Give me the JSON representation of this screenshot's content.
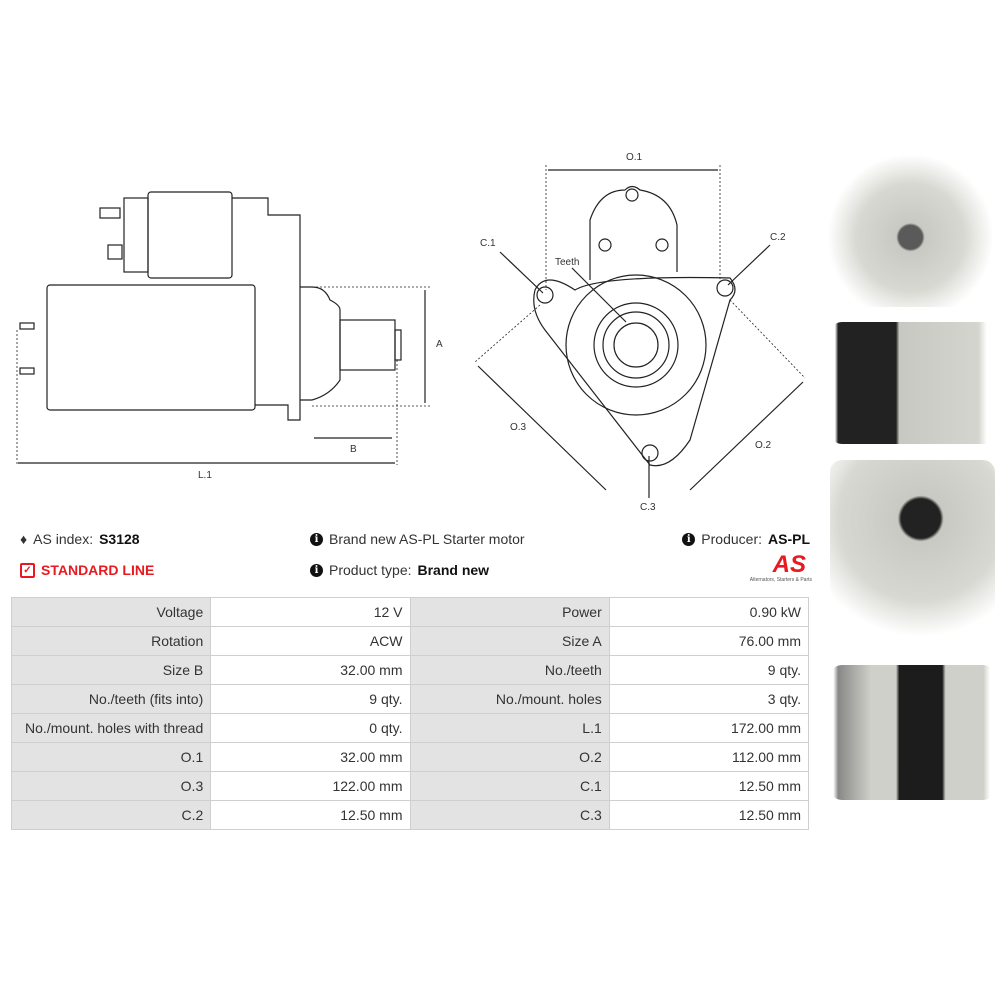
{
  "diagram_labels": {
    "o1": "O.1",
    "o2": "O.2",
    "o3": "O.3",
    "c1": "C.1",
    "c2": "C.2",
    "c3": "C.3",
    "teeth": "Teeth",
    "a": "A",
    "b": "B",
    "l1": "L.1"
  },
  "info": {
    "as_index_label": "AS index:",
    "as_index_value": "S3128",
    "standard_line": "STANDARD LINE",
    "description": "Brand new AS-PL Starter motor",
    "product_type_label": "Product type:",
    "product_type_value": "Brand new",
    "producer_label": "Producer:",
    "producer_value": "AS-PL",
    "logo_text": "AS",
    "logo_tagline": "Alternators, Starters & Parts",
    "accent": "#e8191f"
  },
  "specs": [
    [
      "Voltage",
      "12 V",
      "Power",
      "0.90 kW"
    ],
    [
      "Rotation",
      "ACW",
      "Size A",
      "76.00 mm"
    ],
    [
      "Size B",
      "32.00 mm",
      "No./teeth",
      "9 qty."
    ],
    [
      "No./teeth (fits into)",
      "9 qty.",
      "No./mount. holes",
      "3 qty."
    ],
    [
      "No./mount. holes with thread",
      "0 qty.",
      "L.1",
      "172.00 mm"
    ],
    [
      "O.1",
      "32.00 mm",
      "O.2",
      "112.00 mm"
    ],
    [
      "O.3",
      "122.00 mm",
      "C.1",
      "12.50 mm"
    ],
    [
      "C.2",
      "12.50 mm",
      "C.3",
      "12.50 mm"
    ]
  ]
}
